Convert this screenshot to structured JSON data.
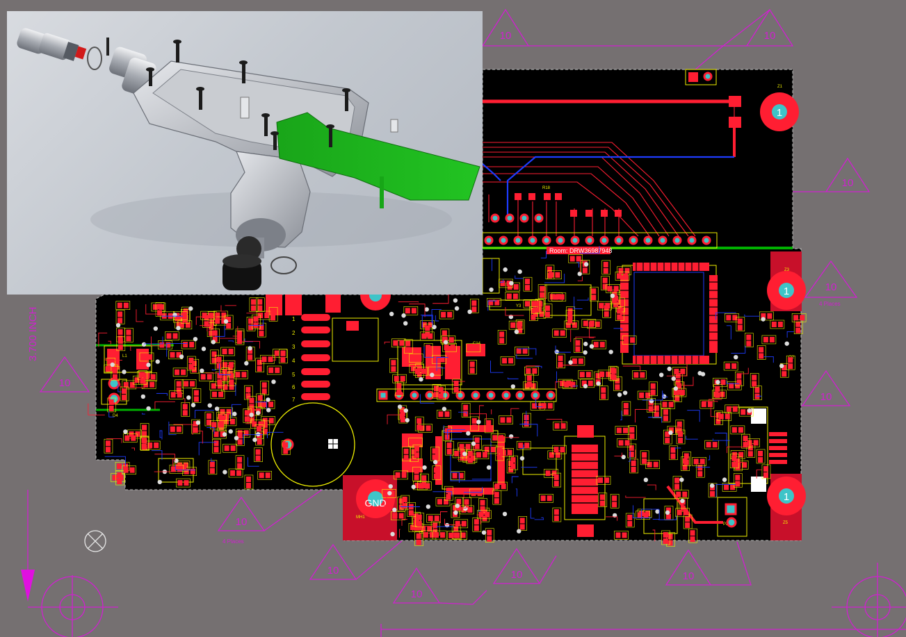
{
  "board": {
    "room_label": "Room: DRW36987948",
    "gnd_label": "GND",
    "mounting_hole_marker": "1",
    "revision_marker": "10",
    "dimension_text": "3.700 INCH",
    "pin_numbers": [
      "1",
      "2",
      "3",
      "4",
      "5",
      "6",
      "7"
    ],
    "designators": {
      "z1": "Z1",
      "z3": "Z3",
      "z5": "Z5",
      "mh1": "MH1",
      "pz1": "PZ1",
      "c14": "C14",
      "y3": "Y3",
      "l1": "L1",
      "d4": "D4",
      "q2": "Q2",
      "r_top": "R18"
    },
    "annotation_left": "4 Places",
    "annotation_right": "4 Places"
  },
  "colors": {
    "background": "#757071",
    "board": "#000000",
    "copper_top": "#ff1e32",
    "copper_bottom": "#1e3cff",
    "silkscreen": "#f0f000",
    "mechanical": "#d020d0",
    "drill": "#3ec4c8",
    "board_solder": "#00b000"
  },
  "cad_render": {
    "handle_color": "#b9bcc2",
    "pcb_color": "#1fb51f"
  }
}
